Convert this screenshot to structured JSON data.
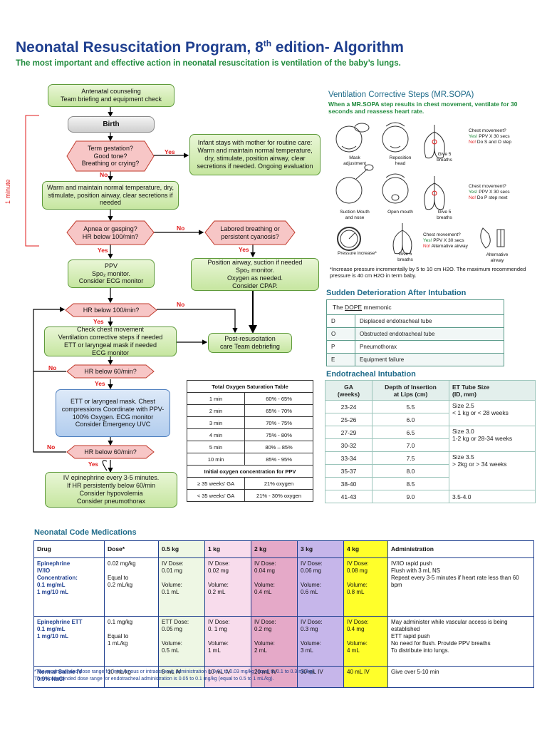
{
  "header": {
    "title_main": "Neonatal Resuscitation Program, 8",
    "title_sup": "th",
    "title_end": " edition- Algorithm",
    "subtitle": "The most important and effective action in neonatal resuscitation is ventilation of the baby’s lungs."
  },
  "flow": {
    "antenatal": "Antenatal counseling\nTeam briefing and equipment check",
    "birth": "Birth",
    "term_q": "Term gestation?\nGood tone?\nBreathing or crying?",
    "yes1": "Yes",
    "no1": "No",
    "infant_stays": "Infant stays with mother for routine care: Warm and maintain normal temperature, dry, stimulate, position airway, clear secretions if needed. Ongoing evaluation",
    "warm": "Warm and maintain normal temperature, dry, stimulate, position airway, clear secretions if needed",
    "one_minute": "1 minute",
    "apnea_q": "Apnea or gasping?\nHR below 100/min?",
    "no2": "No",
    "labored_q": "Labored breathing or\npersistent cyanosis?",
    "yes2": "Yes",
    "yes3": "Yes",
    "ppv": "PPV\nSpo₂ monitor.\nConsider ECG monitor",
    "position": "Position airway, suction if needed\nSpo₂ monitor.\nOxygen as needed.\nConsider CPAP.",
    "hr100_q": "HR below 100/min?",
    "no3": "No",
    "yes4": "Yes",
    "check_chest": "Check chest movement\nVentilation corrective steps if needed\nETT or laryngeal mask if needed\nECG monitor",
    "post_resus": "Post-resuscitation\ncare Team debriefing",
    "hr60_q": "HR below 60/min?",
    "no4": "No",
    "yes5": "Yes",
    "ett_box": "ETT or laryngeal mask.\nChest compressions Coordinate with PPV- 100% Oxygen.\nECG monitor Consider Emergency UVC",
    "hr60_q2": "HR below 60/min?",
    "no5": "No",
    "yes6": "Yes",
    "iv_epi": "IV epinephrine every 3-5 minutes.\nIf HR persistently below 60/min\nConsider hypovolemia\nConsider pneumothorax"
  },
  "oxygen_table": {
    "title": "Total Oxygen Saturation Table",
    "rows": [
      [
        "1 min",
        "60% - 65%"
      ],
      [
        "2 min",
        "65% - 70%"
      ],
      [
        "3 min",
        "70% - 75%"
      ],
      [
        "4 min",
        "75% - 80%"
      ],
      [
        "5 min",
        "80% – 85%"
      ],
      [
        "10 min",
        "85% - 95%"
      ]
    ],
    "ppv_title": "Initial oxygen concentration for PPV",
    "ppv_rows": [
      [
        "≥ 35 weeks’ GA",
        "21% oxygen"
      ],
      [
        "< 35 weeks’ GA",
        "21% - 30% oxygen"
      ]
    ]
  },
  "mrsopa": {
    "title": "Ventilation Corrective Steps (MR.SOPA)",
    "subtitle": "When a MR.SOPA step results in chest movement, ventilate for 30 seconds and reassess heart rate.",
    "row1": [
      "Mask adjustment",
      "Reposition head",
      "Give 5 breaths"
    ],
    "q1": "Chest movement?",
    "q1_yes": "Yes!",
    "q1_yes_text": " PPV X 30 secs",
    "q1_no": "No!",
    "q1_no_text": " Do S and O step",
    "row2": [
      "Suction Mouth and nose",
      "Open mouth",
      "Give 5 breaths"
    ],
    "q2": "Chest movement?",
    "q2_yes": "Yes!",
    "q2_yes_text": " PPV X 30 secs",
    "q2_no": "No!",
    "q2_no_text": " Do P step  next",
    "row3": [
      "Pressure increase*",
      "Give 5 breaths",
      "Alternative airway"
    ],
    "q3": "Chest movement?",
    "q3_yes": "Yes!",
    "q3_yes_text": " PPV X 30 secs",
    "q3_no": "No!",
    "q3_no_text": " Alternative airway",
    "note": "*Increase pressure incrementally by 5 to 10 cm H2O. The maximum recommended  pressure is 40 cm H2O in term baby."
  },
  "dope": {
    "title": "Sudden Deterioration After Intubation",
    "table_title_pre": "The ",
    "table_title_u": "DOPE",
    "table_title_post": " mnemonic",
    "rows": [
      [
        "D",
        "Displaced endotracheal tube"
      ],
      [
        "O",
        "Obstructed endotracheal tube"
      ],
      [
        "P",
        "Pneumothorax"
      ],
      [
        "E",
        "Equipment failure"
      ]
    ]
  },
  "ett": {
    "title": "Endotracheal Intubation",
    "headers": [
      "GA\n(weeks)",
      "Depth of Insertion\nat Lips (cm)",
      "ET Tube Size\n(ID, mm)"
    ],
    "rows": [
      [
        "23-24",
        "5.5"
      ],
      [
        "25-26",
        "6.0"
      ],
      [
        "27-29",
        "6.5"
      ],
      [
        "30-32",
        "7.0"
      ],
      [
        "33-34",
        "7.5"
      ],
      [
        "35-37",
        "8.0"
      ],
      [
        "38-40",
        "8.5"
      ],
      [
        "41-43",
        "9.0"
      ]
    ],
    "sizes": [
      "Size 2.5\n< 1 kg or < 28 weeks",
      "Size 3.0\n1-2 kg or 28-34 weeks",
      "Size 3.5\n> 2kg or > 34 weeks",
      "3.5-4.0"
    ]
  },
  "meds": {
    "title": "Neonatal Code Medications",
    "headers": [
      "Drug",
      "Dose*",
      "0.5 kg",
      "1 kg",
      "2 kg",
      "3 kg",
      "4 kg",
      "Administration"
    ],
    "rows": [
      [
        "Epinephrine\nIV/IO\nConcentration:\n0.1 mg/mL\n1 mg/10 mL",
        "0.02 mg/kg\n\nEqual to\n0.2 mL/kg",
        "IV Dose:\n0.01 mg\n\nVolume:\n0.1 mL",
        "IV Dose:\n0.02 mg\n\nVolume:\n0.2 mL",
        "IV Dose:\n0.04 mg\n\nVolume:\n0.4 mL",
        "IV Dose:\n0.06 mg\n\nVolume:\n0.6 mL",
        "IV Dose:\n0.08 mg\n\nVolume:\n0.8 mL",
        "IV/IO rapid push\nFlush with 3 mL NS\nRepeat every 3-5 minutes if heart rate less than 60 bpm"
      ],
      [
        "Epinephrine ETT\n0.1 mg/mL\n1 mg/10 mL",
        "0.1 mg/kg\n\nEqual to\n1 mL/kg",
        "ETT Dose:\n0.05 mg\n\nVolume:\n0.5 mL",
        "IV Dose:\n0. 1 mg\n\nVolume:\n1 mL",
        "IV Dose:\n0.2 mg\n\nVolume:\n2 mL",
        "IV Dose:\n0.3 mg\n\nVolume:\n3 mL",
        "IV Dose:\n0.4 mg\n\nVolume:\n4 mL",
        "May administer while vascular access is being established\nETT rapid push\nNo need for flush. Provide PPV breaths\nTo distribute into lungs."
      ],
      [
        "Normal Saline IV\n0.9% NaCl",
        "10 mL/kg",
        "5 mL IV",
        "10 mL IV",
        "20 mL IV",
        "30 mL IV",
        "40 mL IV",
        "Give over 5-10 min"
      ]
    ],
    "foot1": "*The recommended dose range for intravenous or intraosseous administration is 0.01 to 0.03 mg/kg (equal to 0.1 to 0.3 mL/kg).",
    "foot2": "The recommended dose range for endotracheal administration is 0.05 to 0.1 mg/kg (equal to 0.5 to 1 mL/kg)."
  },
  "colors": {
    "title": "#1f3f8f",
    "subtitle": "#1f8a3c",
    "arrow_label": "#e21b1b",
    "diamond": "#f7c6c6",
    "green_box": "#c6e6a0",
    "blue_box": "#b2cdee"
  }
}
